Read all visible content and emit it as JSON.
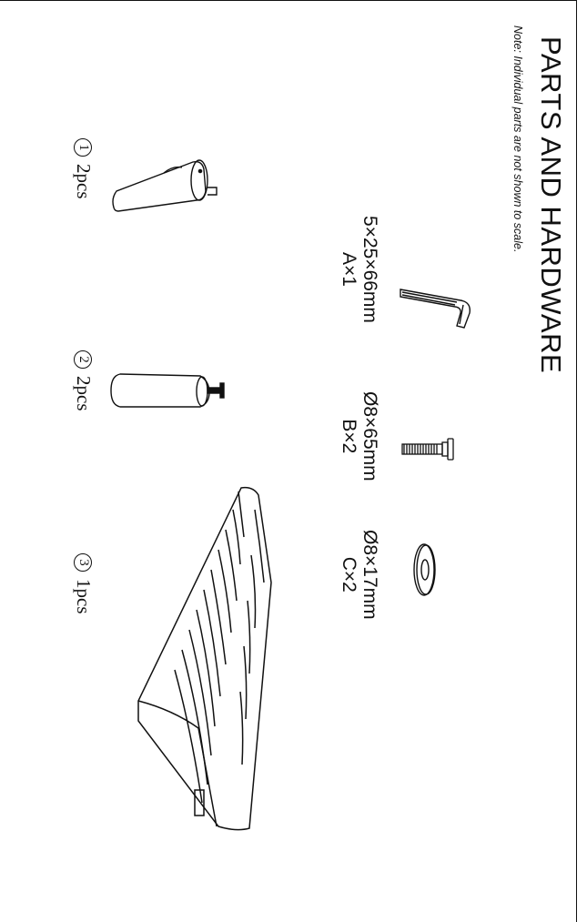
{
  "header": {
    "title": "PARTS AND HARDWARE",
    "note": "Note: Individual parts are not shown to scale."
  },
  "hardware": [
    {
      "size": "5×25×66mm",
      "code": "A×1",
      "icon": "allen-key-icon"
    },
    {
      "size": "Ø8×65mm",
      "code": "B×2",
      "icon": "bolt-icon"
    },
    {
      "size": "Ø8×17mm",
      "code": "C×2",
      "icon": "washer-icon"
    }
  ],
  "parts": [
    {
      "number": "1",
      "qty": "2pcs",
      "icon": "tapered-leg-icon"
    },
    {
      "number": "2",
      "qty": "2pcs",
      "icon": "cylinder-leg-icon"
    },
    {
      "number": "3",
      "qty": "1pcs",
      "icon": "tufted-cushion-icon"
    }
  ]
}
